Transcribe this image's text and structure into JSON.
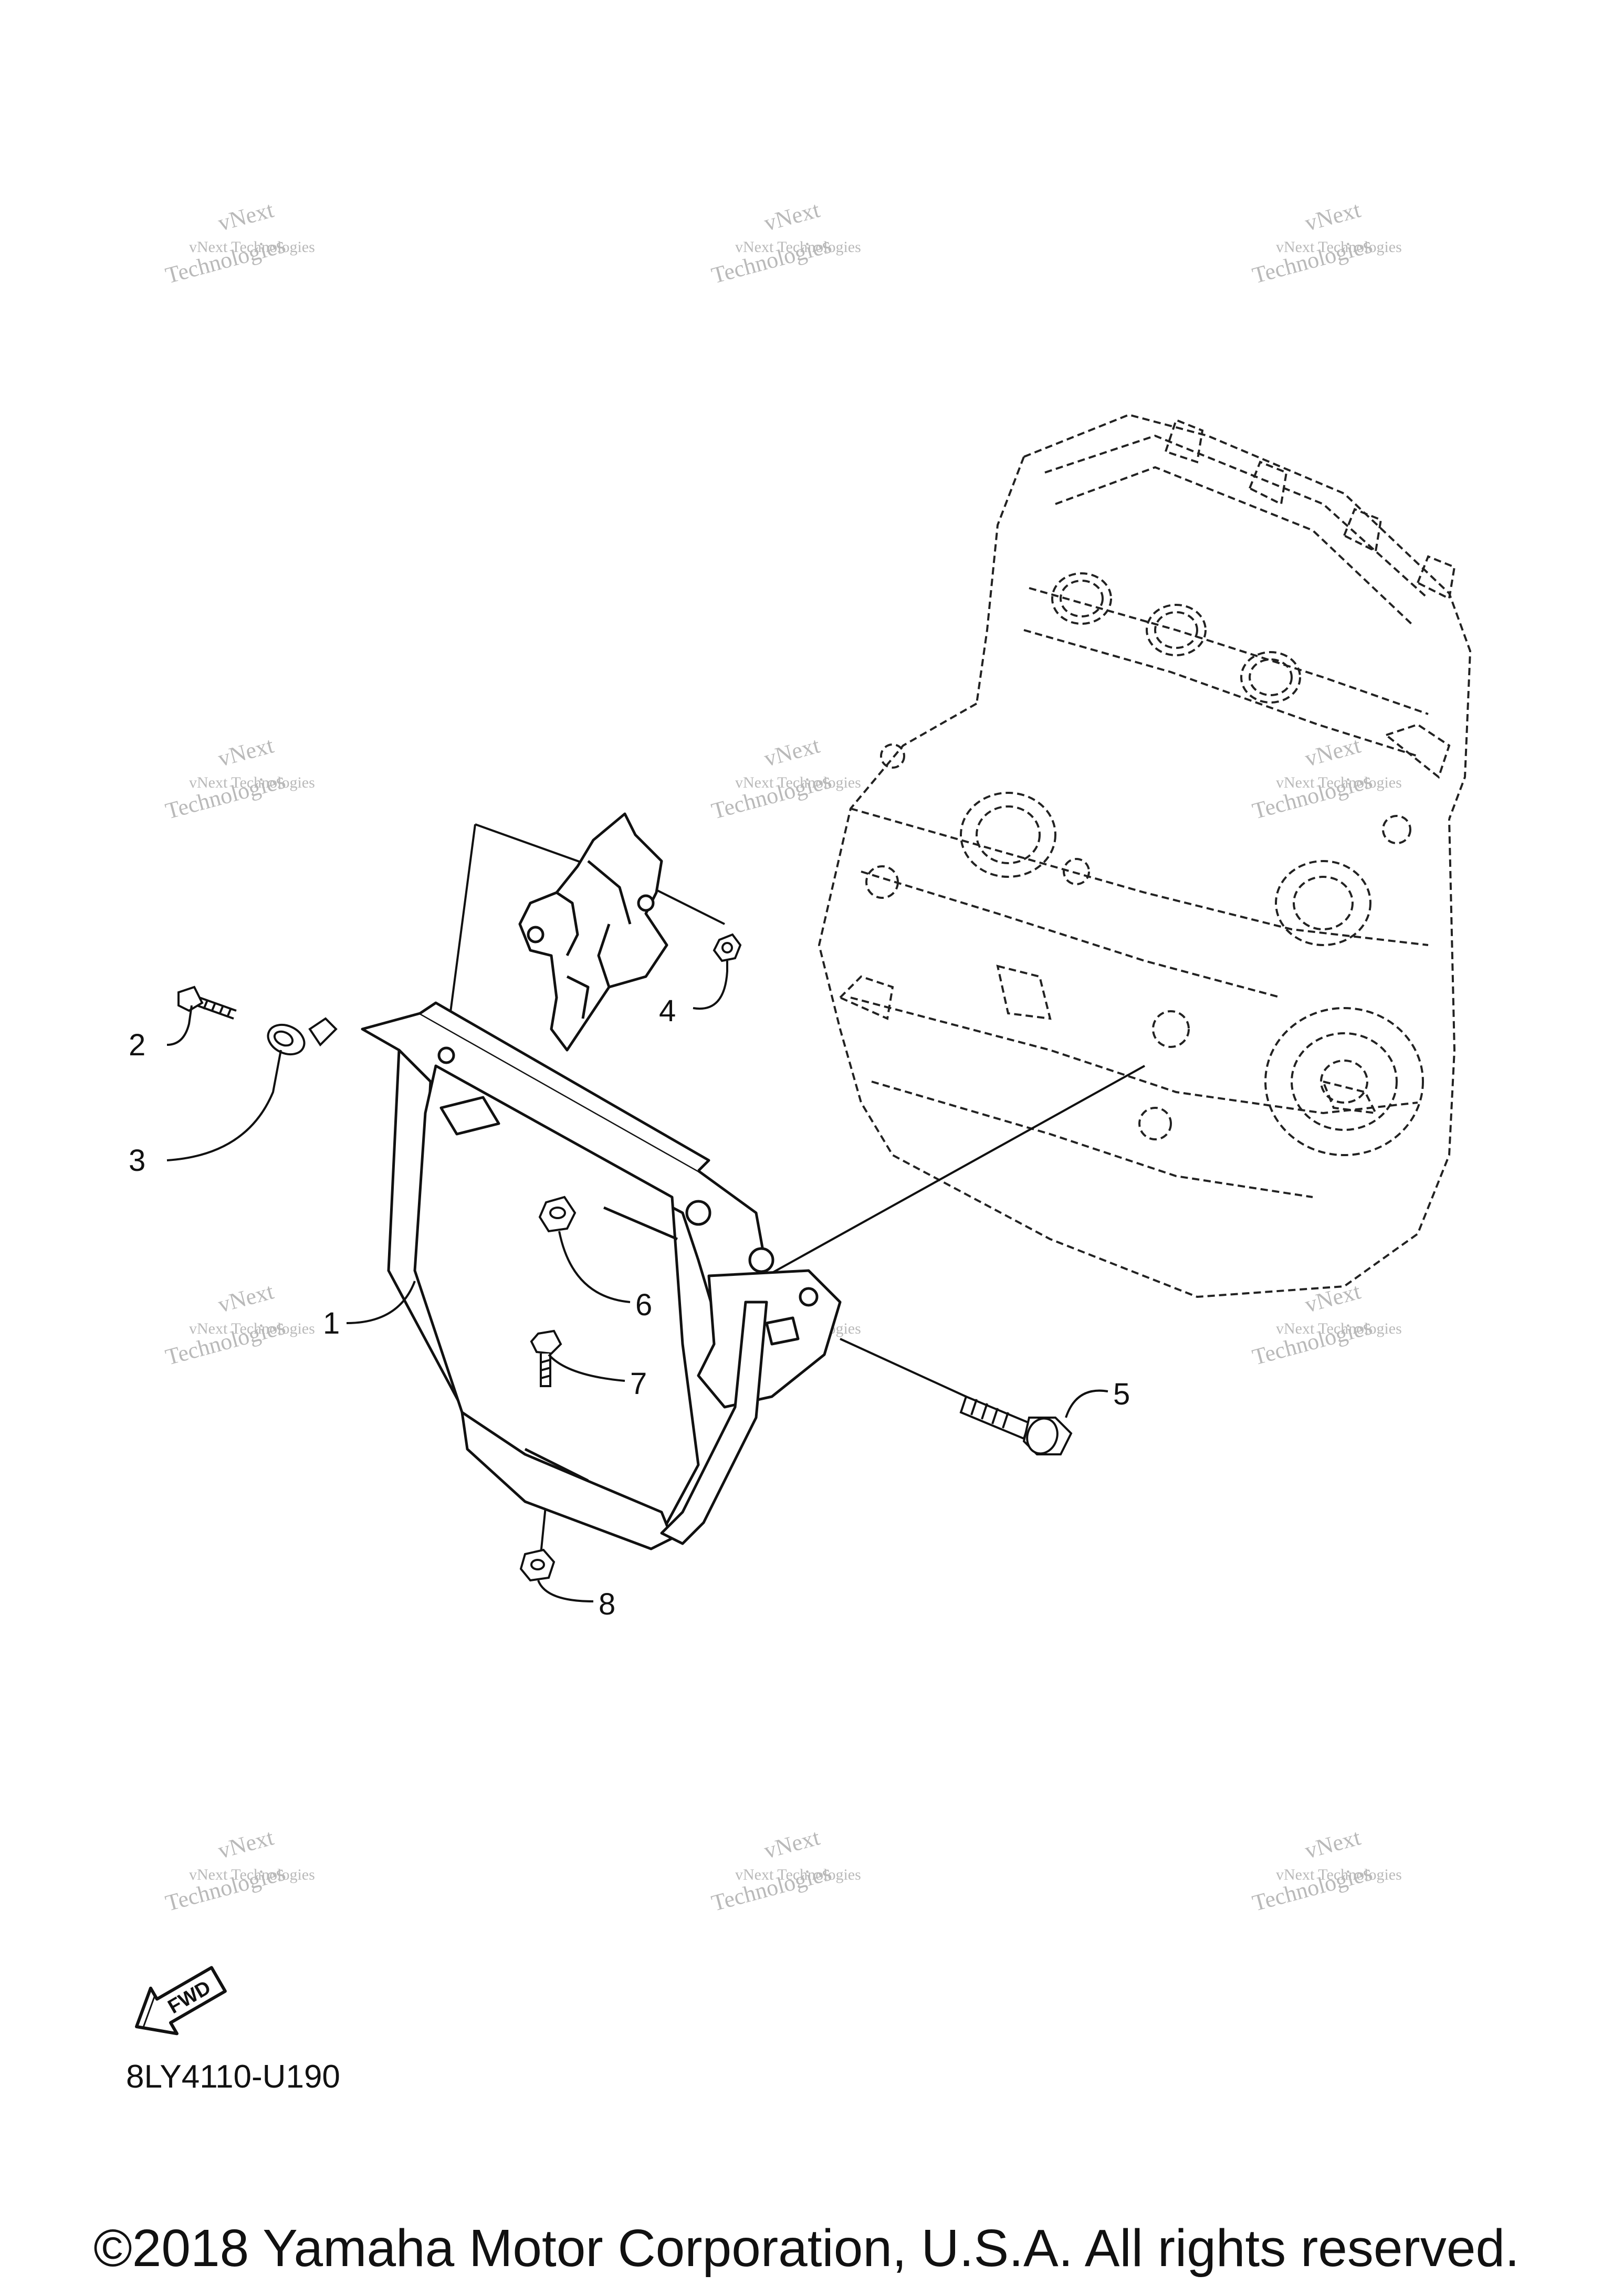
{
  "callouts": {
    "c1": "1",
    "c2": "2",
    "c3": "3",
    "c4": "4",
    "c5": "5",
    "c6": "6",
    "c7": "7",
    "c8": "8"
  },
  "watermark": {
    "line1": "vNext Technologies",
    "line2": "vNext",
    "line3": "Technologies"
  },
  "fwd_label": "FWD",
  "diagram_code": "8LY4110-U190",
  "copyright": "©2018 Yamaha Motor Corporation, U.S.A. All rights reserved."
}
